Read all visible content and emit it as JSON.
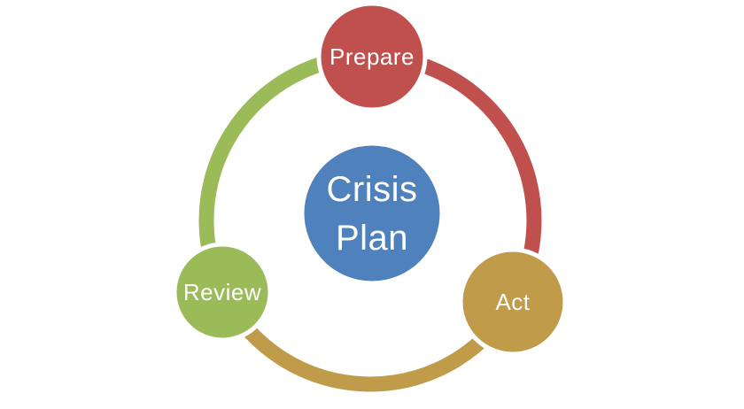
{
  "diagram": {
    "type": "cycle",
    "background_color": "#FFFFFF",
    "text_color": "#FFFFFF",
    "center": {
      "label": "Crisis Plan",
      "lines": [
        "Crisis",
        "Plan"
      ],
      "color": "#4F81BD"
    },
    "nodes": [
      {
        "label": "Prepare",
        "color": "#C0504D",
        "position": "top"
      },
      {
        "label": "Act",
        "color": "#BF9B4A",
        "position": "bottom-right"
      },
      {
        "label": "Review",
        "color": "#9BBB59",
        "position": "bottom-left"
      }
    ],
    "arcs": [
      {
        "from": "Prepare",
        "to": "Act",
        "color": "#C0504D",
        "side": "right"
      },
      {
        "from": "Act",
        "to": "Review",
        "color": "#BF9B4A",
        "side": "bottom"
      },
      {
        "from": "Review",
        "to": "Prepare",
        "color": "#9BBB59",
        "side": "left"
      }
    ]
  }
}
